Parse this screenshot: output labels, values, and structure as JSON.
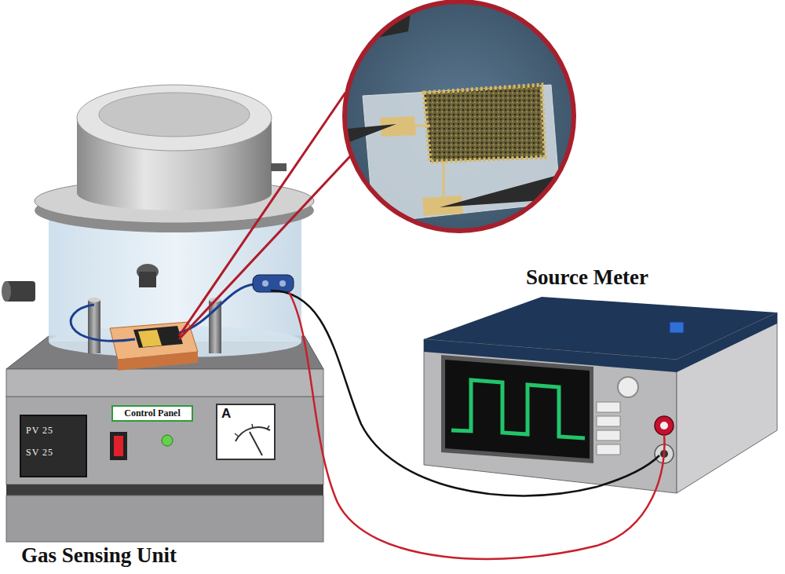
{
  "diagram": {
    "nodes": [
      {
        "text": [
          "PV 25",
          "SV 25"
        ]
      },
      {
        "text": [
          "Control Panel"
        ]
      },
      {
        "text": [
          "A"
        ]
      }
    ],
    "labels": [
      "Source Meter",
      "Gas Sensing Unit"
    ]
  }
}
